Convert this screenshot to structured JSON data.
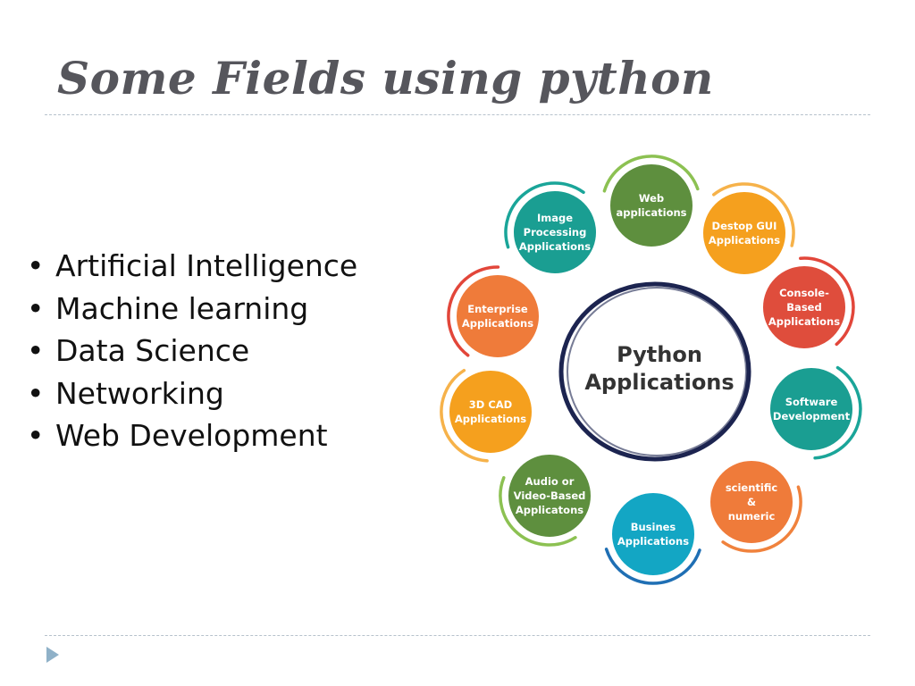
{
  "slide": {
    "title": "Some Fields using python",
    "bullets": [
      "Artificial Intelligence",
      "Machine learning",
      "Data Science",
      "Networking",
      "Web Development"
    ],
    "bullet_glyph": "•",
    "nav_icon": "play-arrow-icon"
  },
  "diagram": {
    "center": {
      "lines": [
        "Python",
        "Applications"
      ],
      "ring_color": "#1c2450"
    },
    "nodes": [
      {
        "id": "web",
        "lines": [
          "Web",
          "applications"
        ],
        "color": "#5e8f3e",
        "arc_color": "#8cc152"
      },
      {
        "id": "desktop-gui",
        "lines": [
          "Destop GUI",
          "Applications"
        ],
        "color": "#f5a01e",
        "arc_color": "#f6b24a"
      },
      {
        "id": "console",
        "lines": [
          "Console-",
          "Based",
          "Applications"
        ],
        "color": "#df4d3c",
        "arc_color": "#e2463a"
      },
      {
        "id": "software",
        "lines": [
          "Software",
          "Development"
        ],
        "color": "#1a9e92",
        "arc_color": "#1aa599"
      },
      {
        "id": "scientific",
        "lines": [
          "scientific",
          "&",
          "numeric"
        ],
        "color": "#ef7b3a",
        "arc_color": "#f0823d"
      },
      {
        "id": "business",
        "lines": [
          "Busines",
          "Applications"
        ],
        "color": "#13a6c4",
        "arc_color": "#1f6fb4"
      },
      {
        "id": "audio-video",
        "lines": [
          "Audio or",
          "Video-Based",
          "Applicatons"
        ],
        "color": "#5e8f3e",
        "arc_color": "#8cc152"
      },
      {
        "id": "3d-cad",
        "lines": [
          "3D CAD",
          "Applications"
        ],
        "color": "#f5a01e",
        "arc_color": "#f6b24a"
      },
      {
        "id": "enterprise",
        "lines": [
          "Enterprise",
          "Applications"
        ],
        "color": "#ef7b3a",
        "arc_color": "#e2463a"
      },
      {
        "id": "image-processing",
        "lines": [
          "Image",
          "Processing",
          "Applications"
        ],
        "color": "#1a9e92",
        "arc_color": "#1aa599"
      }
    ]
  }
}
